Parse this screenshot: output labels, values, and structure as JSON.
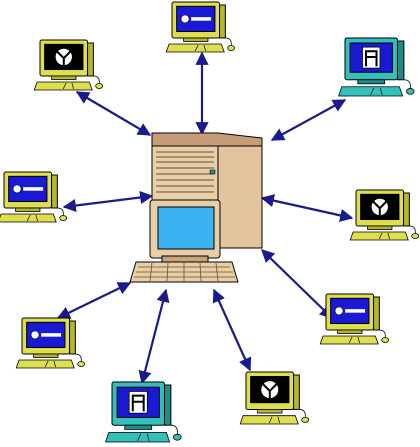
{
  "diagram": {
    "kind": "star-network",
    "hub": {
      "device": "server-with-terminal"
    },
    "links": {
      "style": "double-headed-arrow",
      "color": "#1a1a8c"
    },
    "colors": {
      "beige_case": "#e8cfa8",
      "beige_shade": "#c9a27a",
      "server_top": "#d4b08a",
      "yellow_monitor": "#dede50",
      "yellow_shade": "#b5b532",
      "teal_monitor": "#33c0b8",
      "teal_shade": "#1f8c86",
      "blue_screen": "#1a1ad6",
      "cyan_screen": "#3cb2f0",
      "arrow": "#1a1a8c"
    },
    "nodes": [
      {
        "name": "workstation-top-left",
        "monitor": "yellow",
        "screen": "black",
        "glyph": "network-icon"
      },
      {
        "name": "workstation-top-center",
        "monitor": "yellow",
        "screen": "blue",
        "glyph": "bar-icon"
      },
      {
        "name": "workstation-top-right",
        "monitor": "teal",
        "screen": "blue",
        "glyph": "application-icon"
      },
      {
        "name": "workstation-mid-left",
        "monitor": "yellow",
        "screen": "blue",
        "glyph": "bar-icon"
      },
      {
        "name": "workstation-mid-right",
        "monitor": "yellow",
        "screen": "black",
        "glyph": "network-icon"
      },
      {
        "name": "workstation-bottom-left",
        "monitor": "yellow",
        "screen": "blue",
        "glyph": "bar-icon"
      },
      {
        "name": "workstation-bottom-center-left",
        "monitor": "teal",
        "screen": "blue",
        "glyph": "application-icon"
      },
      {
        "name": "workstation-bottom-center-right",
        "monitor": "yellow",
        "screen": "black",
        "glyph": "network-icon"
      },
      {
        "name": "workstation-bottom-right",
        "monitor": "yellow",
        "screen": "blue",
        "glyph": "bar-icon"
      }
    ]
  }
}
